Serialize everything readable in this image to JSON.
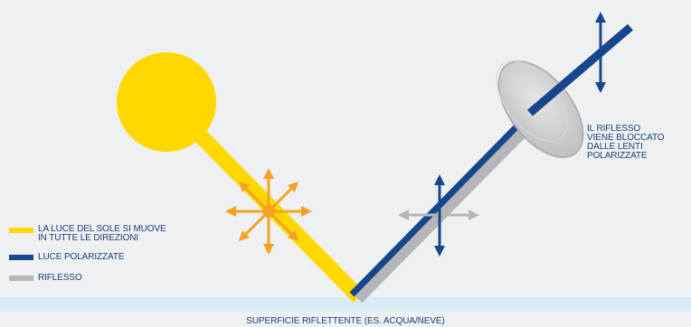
{
  "colors": {
    "background": "#eef0f1",
    "sun": "#fed800",
    "scattered_light": "#f3a223",
    "polarized_light": "#16468b",
    "reflection": "#b4b6b8",
    "surface": "#d9ecf5",
    "text": "#1d3f7a",
    "lens": "#c9cbcd"
  },
  "legend": {
    "sunlight": {
      "line1": "LA LUCE DEL SOLE SI MUOVE",
      "line2": "IN TUTTE LE DIREZIONI",
      "color": "#fed800"
    },
    "polarized": {
      "label": "LUCE POLARIZZATE",
      "color": "#16468b"
    },
    "reflection": {
      "label": "RIFLESSO",
      "color": "#b4b6b8"
    }
  },
  "note": {
    "line1": "IL RIFLESSO",
    "line2": "VIENE BLOCCATO",
    "line3": "DALLE LENTI",
    "line4": "POLARIZZATE"
  },
  "surface_caption": "SUPERFICIE RIFLETTENTE (ES. ACQUA/NEVE)",
  "icons": [
    "sun-icon",
    "omnidirectional-arrows-icon",
    "polarization-arrows-icon",
    "polarized-lens-icon"
  ]
}
